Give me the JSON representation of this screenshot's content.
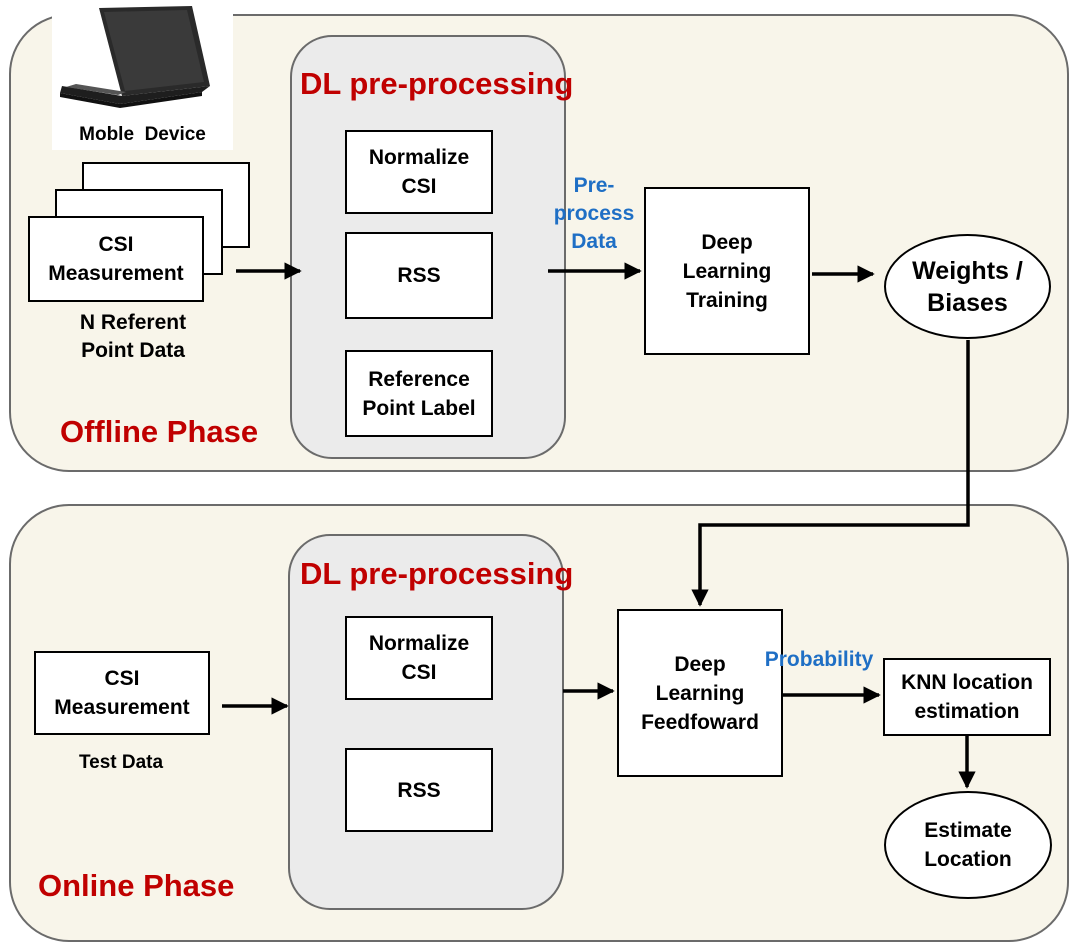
{
  "offline": {
    "phase_label": "Offline Phase",
    "device_label": "Moble  Device",
    "csi_measurement": "CSI\nMeasurement",
    "reference_caption": "N Referent\nPoint Data",
    "preprocessing_title": "DL pre-processing",
    "normalize_csi": "Normalize\nCSI",
    "rss": "RSS",
    "reference_point_label": "Reference\nPoint Label",
    "edge_label": "Pre-\nprocess\nData",
    "training": "Deep\nLearning\nTraining",
    "weights": "Weights /\nBiases"
  },
  "online": {
    "phase_label": "Online Phase",
    "csi_measurement": "CSI\nMeasurement",
    "test_caption": "Test Data",
    "preprocessing_title": "DL pre-processing",
    "normalize_csi": "Normalize\nCSI",
    "rss": "RSS",
    "feedforward": "Deep\nLearning\nFeedfoward",
    "edge_label": "Probability",
    "knn": "KNN location\nestimation",
    "estimate": "Estimate\nLocation"
  },
  "icons": [
    "laptop-icon"
  ],
  "colors": {
    "phase_title": "#c00000",
    "edge_label": "#1f6fc5",
    "panel": "#f8f5ea",
    "preprocessing": "#ebebeb"
  }
}
